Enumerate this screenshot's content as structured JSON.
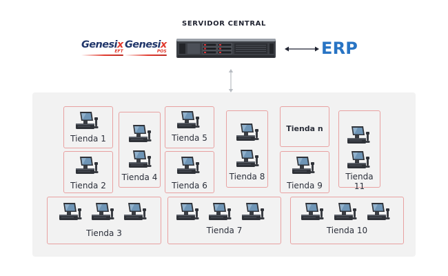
{
  "header": {
    "server_title": "SERVIDOR CENTRAL",
    "erp_label": "ERP"
  },
  "logos": [
    {
      "name": "Genesi",
      "mark": "x",
      "tag": "EFT"
    },
    {
      "name": "Genesi",
      "mark": "x",
      "tag": "POS"
    }
  ],
  "stores": {
    "tienda1": "Tienda 1",
    "tienda2": "Tienda 2",
    "tienda3": "Tienda 3",
    "tienda4": "Tienda 4",
    "tienda5": "Tienda 5",
    "tienda6": "Tienda 6",
    "tienda7": "Tienda 7",
    "tienda8": "Tienda 8",
    "tienda9": "Tienda 9",
    "tienda10": "Tienda 10",
    "tienda11": "Tienda 11",
    "tiendan": "Tienda n"
  },
  "icons": {
    "server": "rack-server-icon",
    "pos": "pos-terminal-icon"
  },
  "colors": {
    "erp_blue": "#2874c4",
    "brand_red": "#e13a2e",
    "brand_navy": "#20366a",
    "store_border": "#e8a0a0",
    "panel_bg": "#f2f2f2"
  }
}
